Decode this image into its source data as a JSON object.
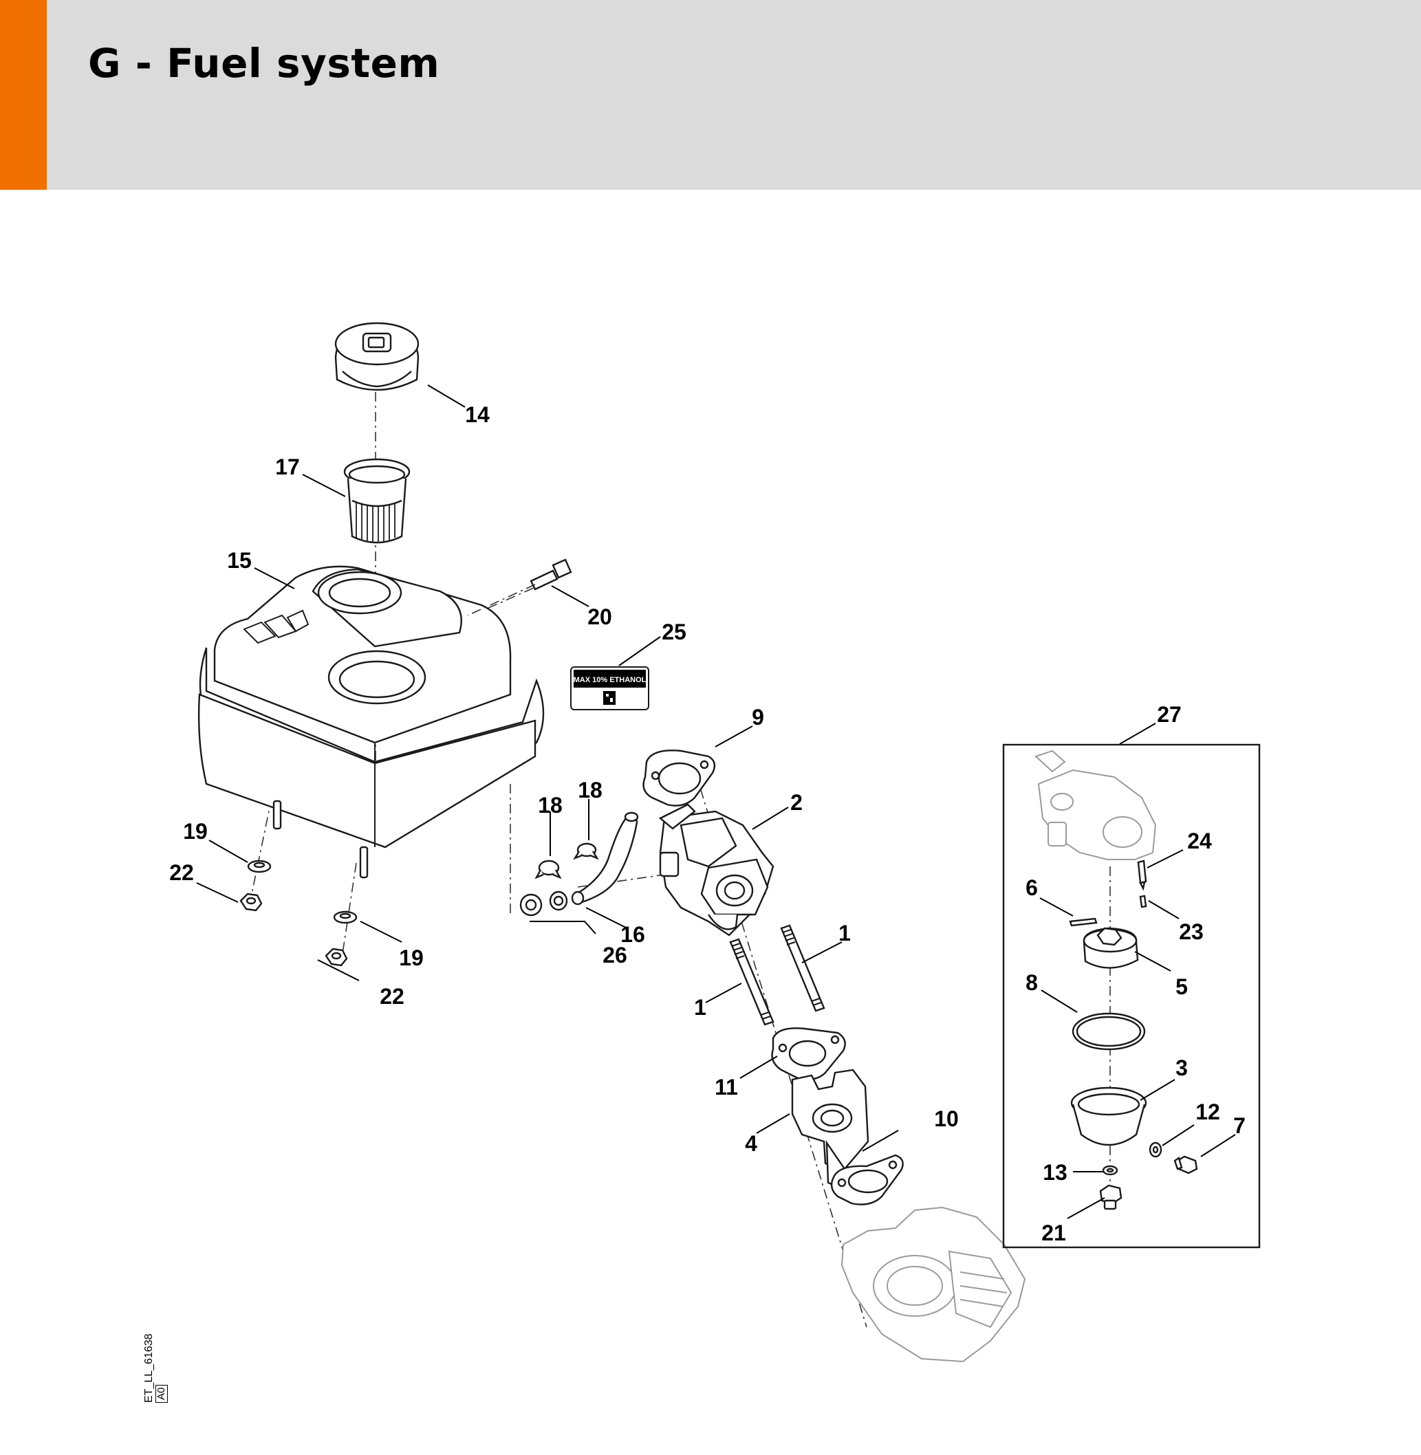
{
  "header": {
    "title": "G - Fuel system",
    "accent_color": "#f07100",
    "background_color": "#dadbda"
  },
  "diagram": {
    "decal_text": "MAX 10% ETHANOL",
    "drawing_code": "ET_LL_61638",
    "revision": "A0",
    "callouts": [
      {
        "id": "c14",
        "label": "14"
      },
      {
        "id": "c17",
        "label": "17"
      },
      {
        "id": "c15",
        "label": "15"
      },
      {
        "id": "c20",
        "label": "20"
      },
      {
        "id": "c25",
        "label": "25"
      },
      {
        "id": "c9",
        "label": "9"
      },
      {
        "id": "c18a",
        "label": "18"
      },
      {
        "id": "c18b",
        "label": "18"
      },
      {
        "id": "c2",
        "label": "2"
      },
      {
        "id": "c19a",
        "label": "19"
      },
      {
        "id": "c22a",
        "label": "22"
      },
      {
        "id": "c19b",
        "label": "19"
      },
      {
        "id": "c22b",
        "label": "22"
      },
      {
        "id": "c16",
        "label": "16"
      },
      {
        "id": "c26",
        "label": "26"
      },
      {
        "id": "c1a",
        "label": "1"
      },
      {
        "id": "c1b",
        "label": "1"
      },
      {
        "id": "c11",
        "label": "11"
      },
      {
        "id": "c4",
        "label": "4"
      },
      {
        "id": "c10",
        "label": "10"
      },
      {
        "id": "c27",
        "label": "27"
      },
      {
        "id": "c24",
        "label": "24"
      },
      {
        "id": "c6",
        "label": "6"
      },
      {
        "id": "c23",
        "label": "23"
      },
      {
        "id": "c5",
        "label": "5"
      },
      {
        "id": "c8",
        "label": "8"
      },
      {
        "id": "c3",
        "label": "3"
      },
      {
        "id": "c12",
        "label": "12"
      },
      {
        "id": "c7",
        "label": "7"
      },
      {
        "id": "c13",
        "label": "13"
      },
      {
        "id": "c21",
        "label": "21"
      }
    ]
  }
}
